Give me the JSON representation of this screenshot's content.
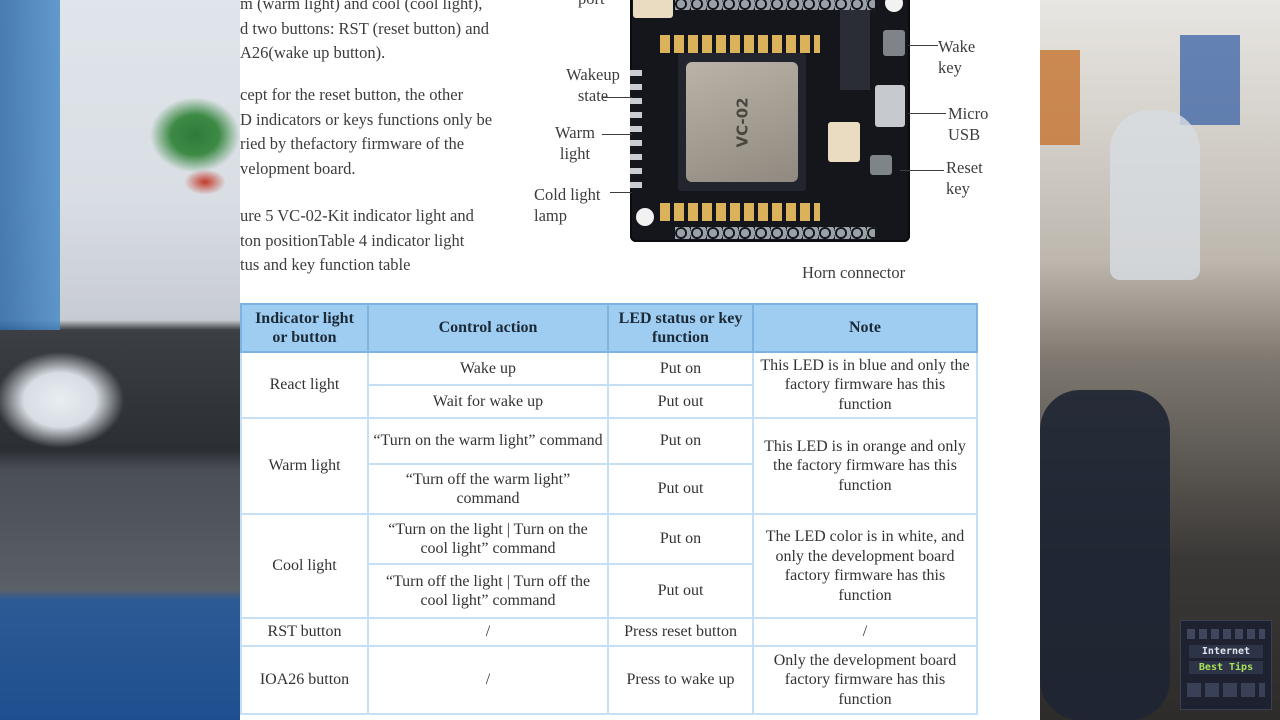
{
  "intro_lines": [
    "m (warm light) and cool (cool light),",
    "d two buttons: RST (reset button) and",
    "A26(wake up button)."
  ],
  "except_lines": [
    "cept for the reset button, the other",
    "D indicators or keys functions only be",
    "ried by thefactory firmware of the",
    "velopment board."
  ],
  "caption_lines": [
    "ure 5 VC-02-Kit indicator light and",
    "ton positionTable 4 indicator light",
    "tus and key function table"
  ],
  "figure": {
    "chip_label": "VC-02",
    "top_label": "port",
    "wakeup_state": [
      "Wakeup",
      "state"
    ],
    "warm_light": [
      "Warm",
      "light"
    ],
    "cold_light_lamp": [
      "Cold light",
      "lamp"
    ],
    "wake_key": [
      "Wake",
      "key"
    ],
    "micro_usb": [
      "Micro",
      "USB"
    ],
    "reset_key": [
      "Reset",
      "key"
    ],
    "horn_connector": "Horn connector"
  },
  "table": {
    "headers": [
      "Indicator light or button",
      "Control action",
      "LED status or key function",
      "Note"
    ],
    "react_light": {
      "label": "React light",
      "actions": [
        "Wake up",
        "Wait for wake up"
      ],
      "status": [
        "Put on",
        "Put out"
      ],
      "note": "This LED is in blue and only the factory firmware has this function"
    },
    "warm_light": {
      "label": "Warm light",
      "actions": [
        "“Turn on the warm light” command",
        "“Turn off the warm light” command"
      ],
      "status": [
        "Put on",
        "Put out"
      ],
      "note": "This LED is in orange and only the factory firmware has this function"
    },
    "cool_light": {
      "label": "Cool light",
      "actions": [
        "“Turn on the light | Turn on the cool light” command",
        "“Turn off the light | Turn off the cool light” command"
      ],
      "status": [
        "Put on",
        "Put out"
      ],
      "note": "The LED color is in white, and only the development board factory firmware has this function"
    },
    "rst_button": {
      "label": "RST button",
      "action": "/",
      "status": "Press reset button",
      "note": "/"
    },
    "ioa26_button": {
      "label": "IOA26 button",
      "action": "/",
      "status": "Press to wake up",
      "note": "Only the development board factory firmware has this function"
    }
  },
  "logo": {
    "line1": "Internet",
    "line2": "Best Tips"
  }
}
